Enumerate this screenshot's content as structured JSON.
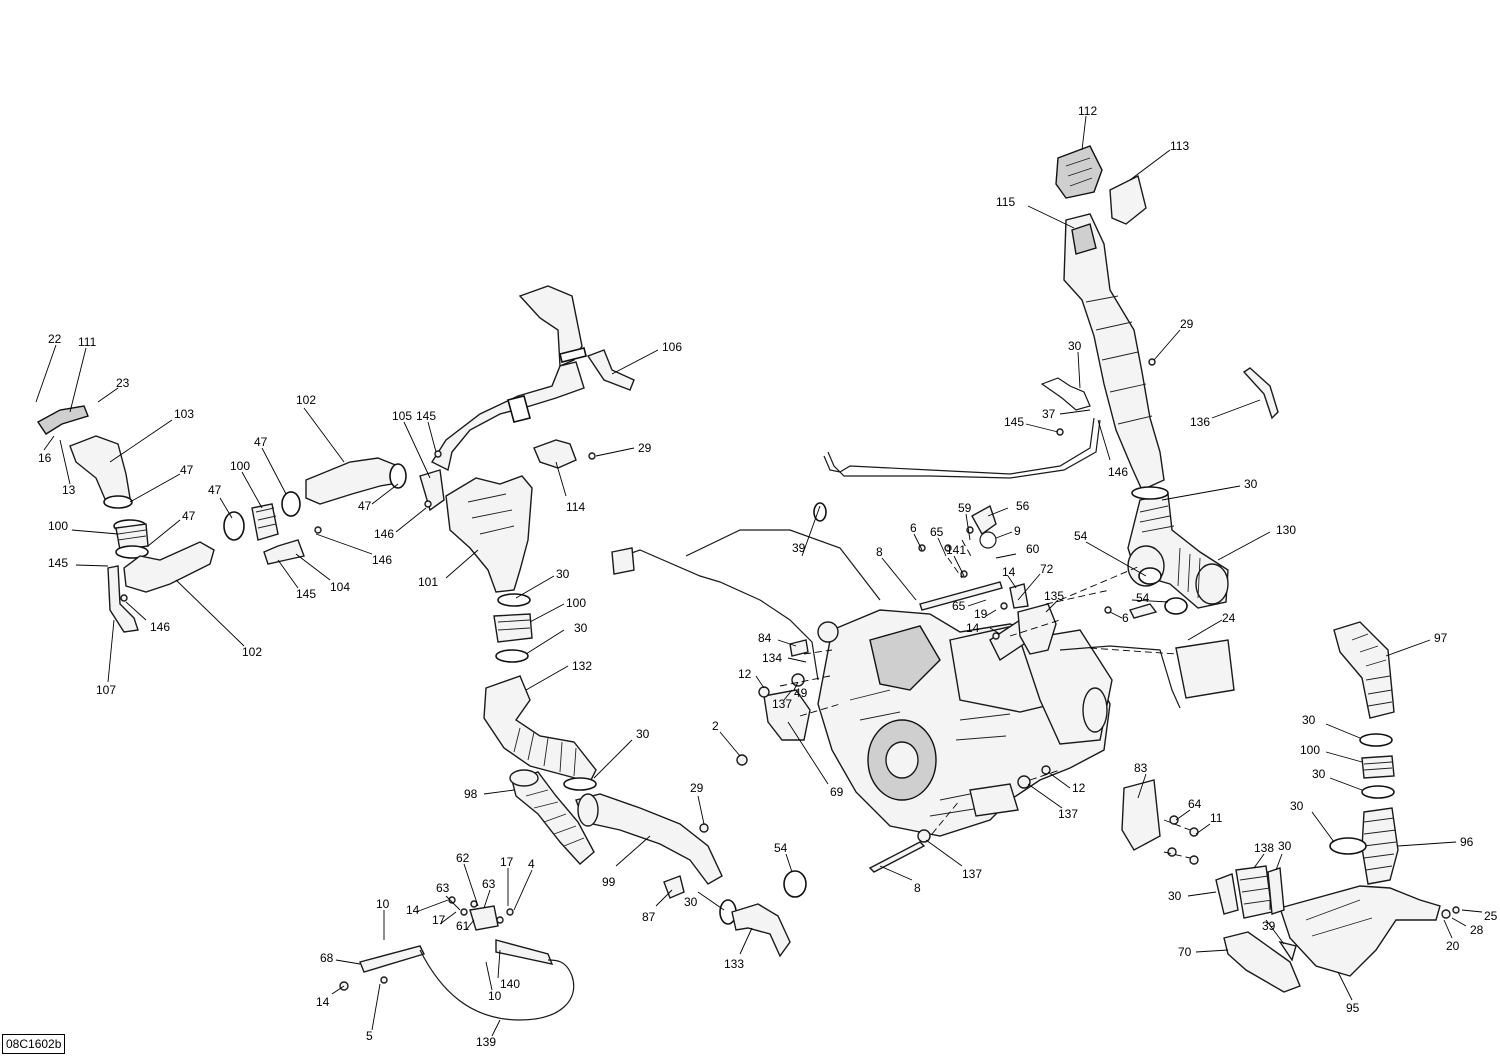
{
  "diagram_code": "08C1602b",
  "callouts": [
    {
      "id": "c112",
      "text": "112"
    },
    {
      "id": "c113",
      "text": "113"
    },
    {
      "id": "c115",
      "text": "115"
    },
    {
      "id": "c29a",
      "text": "29"
    },
    {
      "id": "c30a",
      "text": "30"
    },
    {
      "id": "c37",
      "text": "37"
    },
    {
      "id": "c145a",
      "text": "145"
    },
    {
      "id": "c146a",
      "text": "146"
    },
    {
      "id": "c136",
      "text": "136"
    },
    {
      "id": "c30b",
      "text": "30"
    },
    {
      "id": "c130",
      "text": "130"
    },
    {
      "id": "c22",
      "text": "22"
    },
    {
      "id": "c111",
      "text": "111"
    },
    {
      "id": "c23",
      "text": "23"
    },
    {
      "id": "c103",
      "text": "103"
    },
    {
      "id": "c16",
      "text": "16"
    },
    {
      "id": "c13",
      "text": "13"
    },
    {
      "id": "c47a",
      "text": "47"
    },
    {
      "id": "c47b",
      "text": "47"
    },
    {
      "id": "c100a",
      "text": "100"
    },
    {
      "id": "c145b",
      "text": "145"
    },
    {
      "id": "c146b",
      "text": "146"
    },
    {
      "id": "c107",
      "text": "107"
    },
    {
      "id": "c102a",
      "text": "102"
    },
    {
      "id": "c47c",
      "text": "47"
    },
    {
      "id": "c100b",
      "text": "100"
    },
    {
      "id": "c47d",
      "text": "47"
    },
    {
      "id": "c102b",
      "text": "102"
    },
    {
      "id": "c145c",
      "text": "145"
    },
    {
      "id": "c104",
      "text": "104"
    },
    {
      "id": "c146c",
      "text": "146"
    },
    {
      "id": "c105",
      "text": "105"
    },
    {
      "id": "c145d",
      "text": "145"
    },
    {
      "id": "c47e",
      "text": "47"
    },
    {
      "id": "c146d",
      "text": "146"
    },
    {
      "id": "c101",
      "text": "101"
    },
    {
      "id": "c106",
      "text": "106"
    },
    {
      "id": "c29b",
      "text": "29"
    },
    {
      "id": "c114",
      "text": "114"
    },
    {
      "id": "c30c",
      "text": "30"
    },
    {
      "id": "c100c",
      "text": "100"
    },
    {
      "id": "c30d",
      "text": "30"
    },
    {
      "id": "c132",
      "text": "132"
    },
    {
      "id": "c30e",
      "text": "30"
    },
    {
      "id": "c98",
      "text": "98"
    },
    {
      "id": "c29c",
      "text": "29"
    },
    {
      "id": "c99",
      "text": "99"
    },
    {
      "id": "c87",
      "text": "87"
    },
    {
      "id": "c54a",
      "text": "54"
    },
    {
      "id": "c30f",
      "text": "30"
    },
    {
      "id": "c133",
      "text": "133"
    },
    {
      "id": "c62",
      "text": "62"
    },
    {
      "id": "c17a",
      "text": "17"
    },
    {
      "id": "c4",
      "text": "4"
    },
    {
      "id": "c63a",
      "text": "63"
    },
    {
      "id": "c63b",
      "text": "63"
    },
    {
      "id": "c10a",
      "text": "10"
    },
    {
      "id": "c14a",
      "text": "14"
    },
    {
      "id": "c17b",
      "text": "17"
    },
    {
      "id": "c61",
      "text": "61"
    },
    {
      "id": "c68",
      "text": "68"
    },
    {
      "id": "c140",
      "text": "140"
    },
    {
      "id": "c10b",
      "text": "10"
    },
    {
      "id": "c14b",
      "text": "14"
    },
    {
      "id": "c5",
      "text": "5"
    },
    {
      "id": "c139",
      "text": "139"
    },
    {
      "id": "c39a",
      "text": "39"
    },
    {
      "id": "c8a",
      "text": "8"
    },
    {
      "id": "c6a",
      "text": "6"
    },
    {
      "id": "c65a",
      "text": "65"
    },
    {
      "id": "c141",
      "text": "141"
    },
    {
      "id": "c59",
      "text": "59"
    },
    {
      "id": "c56",
      "text": "56"
    },
    {
      "id": "c9",
      "text": "9"
    },
    {
      "id": "c60",
      "text": "60"
    },
    {
      "id": "c14c",
      "text": "14"
    },
    {
      "id": "c72",
      "text": "72"
    },
    {
      "id": "c65b",
      "text": "65"
    },
    {
      "id": "c19",
      "text": "19"
    },
    {
      "id": "c14d",
      "text": "14"
    },
    {
      "id": "c135",
      "text": "135"
    },
    {
      "id": "c54b",
      "text": "54"
    },
    {
      "id": "c54c",
      "text": "54"
    },
    {
      "id": "c6b",
      "text": "6"
    },
    {
      "id": "c24",
      "text": "24"
    },
    {
      "id": "c84",
      "text": "84"
    },
    {
      "id": "c134",
      "text": "134"
    },
    {
      "id": "c12a",
      "text": "12"
    },
    {
      "id": "c49",
      "text": "49"
    },
    {
      "id": "c137a",
      "text": "137"
    },
    {
      "id": "c2",
      "text": "2"
    },
    {
      "id": "c69",
      "text": "69"
    },
    {
      "id": "c12b",
      "text": "12"
    },
    {
      "id": "c137b",
      "text": "137"
    },
    {
      "id": "c137c",
      "text": "137"
    },
    {
      "id": "c8b",
      "text": "8"
    },
    {
      "id": "c97",
      "text": "97"
    },
    {
      "id": "c30g",
      "text": "30"
    },
    {
      "id": "c100d",
      "text": "100"
    },
    {
      "id": "c30h",
      "text": "30"
    },
    {
      "id": "c30i",
      "text": "30"
    },
    {
      "id": "c96",
      "text": "96"
    },
    {
      "id": "c83",
      "text": "83"
    },
    {
      "id": "c64",
      "text": "64"
    },
    {
      "id": "c11",
      "text": "11"
    },
    {
      "id": "c138",
      "text": "138"
    },
    {
      "id": "c30j",
      "text": "30"
    },
    {
      "id": "c30k",
      "text": "30"
    },
    {
      "id": "c39b",
      "text": "39"
    },
    {
      "id": "c25",
      "text": "25"
    },
    {
      "id": "c28",
      "text": "28"
    },
    {
      "id": "c20",
      "text": "20"
    },
    {
      "id": "c70",
      "text": "70"
    },
    {
      "id": "c95",
      "text": "95"
    }
  ]
}
